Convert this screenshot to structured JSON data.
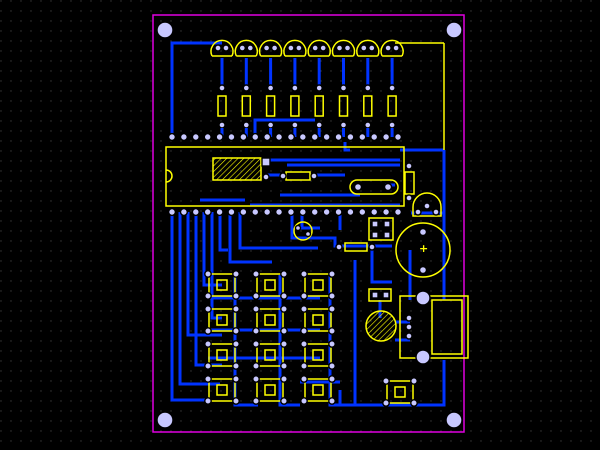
{
  "board": {
    "background_color": "#000000",
    "grid_color": "#3a3a3a",
    "outline_color": "#e000e0",
    "copper_color": "#0033ff",
    "silkscreen_color": "#ffff00",
    "pad_color": "#c8c8ff",
    "hole_color": "#000000"
  },
  "labels": {
    "capacitor_polarity": "+"
  },
  "counts": {
    "leds": 8,
    "resistors": 8,
    "keypad_rows": 4,
    "keypad_cols": 3,
    "ic_pins_per_side": 20
  }
}
